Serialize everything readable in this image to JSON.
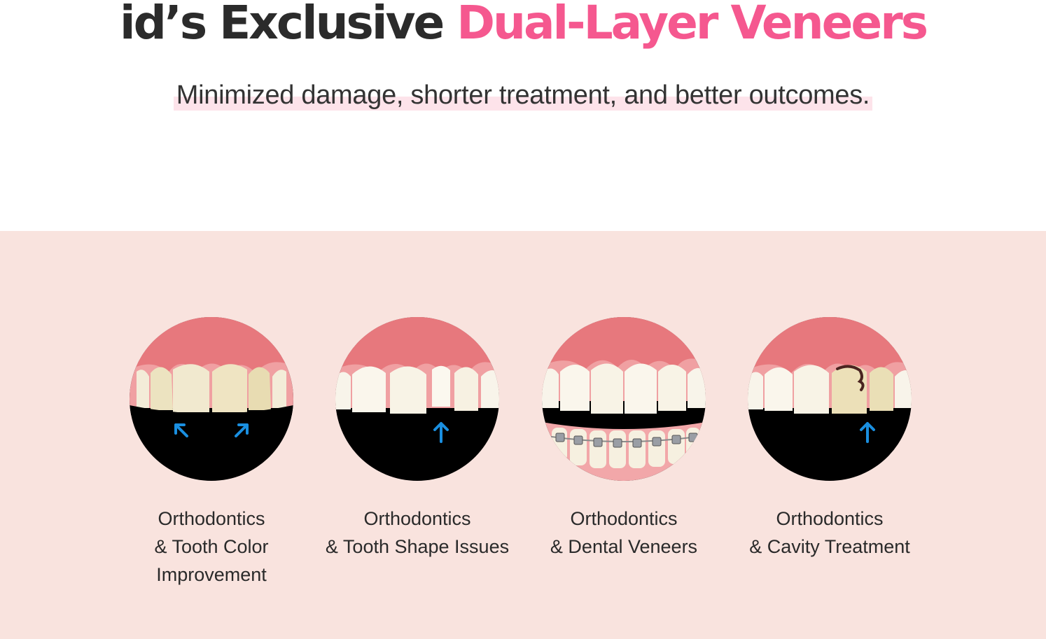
{
  "header": {
    "title_dark": "id’s Exclusive",
    "title_pink": "Dual-Layer Veneers",
    "subtitle": "Minimized damage, shorter treatment, and better outcomes."
  },
  "colors": {
    "title_dark": "#2b2b2b",
    "title_pink": "#f5588f",
    "highlight": "#fde3ea",
    "band_background": "#f9e3de",
    "gum": "#ec8a8e",
    "arrow": "#1a8fe0"
  },
  "cards": [
    {
      "icon": "teeth-color-improvement-icon",
      "caption": [
        "Orthodontics",
        "& Tooth Color",
        "Improvement"
      ]
    },
    {
      "icon": "teeth-shape-issue-icon",
      "caption": [
        "Orthodontics",
        "& Tooth Shape Issues"
      ]
    },
    {
      "icon": "teeth-braces-veneers-icon",
      "caption": [
        "Orthodontics",
        "& Dental Veneers"
      ]
    },
    {
      "icon": "teeth-cavity-icon",
      "caption": [
        "Orthodontics",
        "& Cavity Treatment"
      ]
    }
  ]
}
